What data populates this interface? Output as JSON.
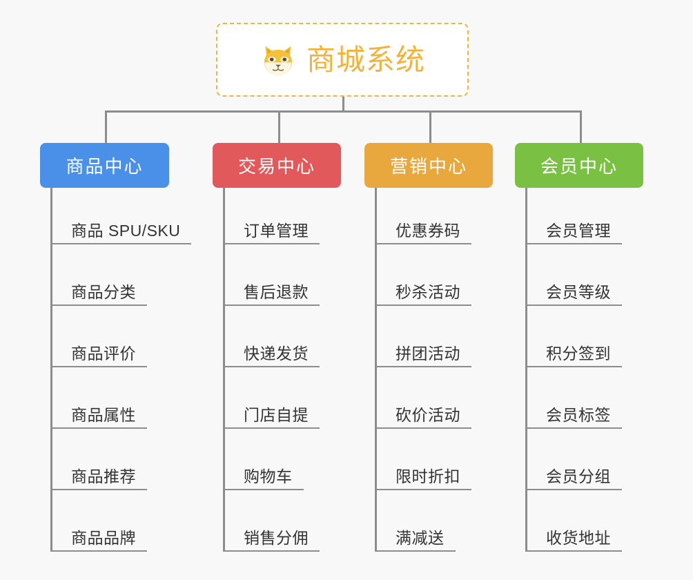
{
  "background_color": "#f8f8f8",
  "root": {
    "title": "商城系统",
    "icon": "shiba-dog-face-icon",
    "text_color": "#f2b33d",
    "border_color": "#f2b33d",
    "background_color": "#ffffff"
  },
  "branches": [
    {
      "id": "product-center",
      "label": "商品中心",
      "color": "#4a90e8",
      "items": [
        "商品 SPU/SKU",
        "商品分类",
        "商品评价",
        "商品属性",
        "商品推荐",
        "商品品牌"
      ]
    },
    {
      "id": "trade-center",
      "label": "交易中心",
      "color": "#e2595b",
      "items": [
        "订单管理",
        "售后退款",
        "快递发货",
        "门店自提",
        "购物车",
        "销售分佣"
      ]
    },
    {
      "id": "marketing-center",
      "label": "营销中心",
      "color": "#e9a83e",
      "items": [
        "优惠券码",
        "秒杀活动",
        "拼团活动",
        "砍价活动",
        "限时折扣",
        "满减送"
      ]
    },
    {
      "id": "member-center",
      "label": "会员中心",
      "color": "#7ac143",
      "items": [
        "会员管理",
        "会员等级",
        "积分签到",
        "会员标签",
        "会员分组",
        "收货地址"
      ]
    }
  ],
  "connector_color": "#8c8c8c"
}
